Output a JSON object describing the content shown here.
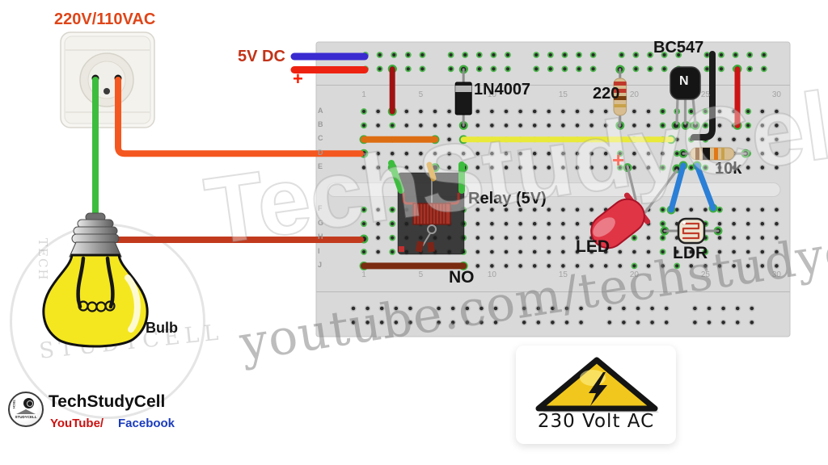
{
  "socket": {
    "label": "220V/110VAC"
  },
  "supply": {
    "label": "5V DC",
    "plus": "+"
  },
  "breadboard": {
    "row_letters": [
      "A",
      "B",
      "C",
      "D",
      "E",
      "F",
      "G",
      "H",
      "I",
      "J"
    ],
    "column_numbers": [
      "1",
      "5",
      "10",
      "15",
      "20",
      "25",
      "30"
    ]
  },
  "components": {
    "diode": "1N4007",
    "resistor_220": "220",
    "transistor": "BC547",
    "transistor_marker": "N",
    "resistor_10k": "10k",
    "relay": "Relay (5V)",
    "relay_contact": "NO",
    "led": "LED",
    "led_plus": "+",
    "ldr": "LDR"
  },
  "bulb": {
    "label": "Bulb"
  },
  "warning": {
    "label": "230 Volt AC"
  },
  "branding": {
    "name": "TechStudyCell",
    "youtube": "YouTube/",
    "facebook": "Facebook",
    "badge_top": "TECH",
    "badge_name": "STUDYCELL"
  },
  "watermarks": {
    "big": "TechStudyCell",
    "url": "youtube.com/techstudycell",
    "stamp_top": "TECH",
    "stamp_name": "STUDYCELL"
  },
  "colors": {
    "supply_negative": "#3a2bd0",
    "supply_positive": "#ee2211",
    "ac_live": "#f4571f",
    "ac_neutral": "#3dbd3d",
    "bulb_wire": "#c23a1e",
    "signal_yellow": "#e9e93a",
    "jumper_orange": "#dd6d12",
    "jumper_brown": "#7a2b10",
    "jumper_black": "#1c1c1c",
    "jumper_blue": "#2b7fd6",
    "jumper_red": "#cc1414",
    "jumper_darkred": "#a01212",
    "warning_yellow": "#f2c71d",
    "label_orange": "#df4518",
    "label_brick": "#c23318",
    "plus_red": "#ff1a00"
  }
}
